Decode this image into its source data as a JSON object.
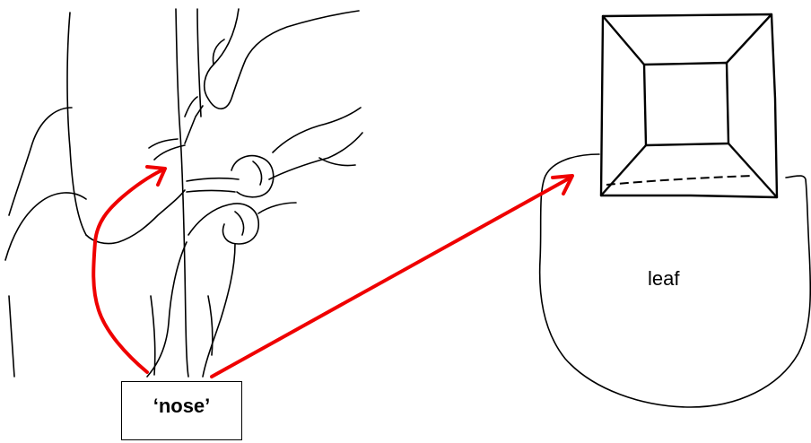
{
  "labels": {
    "nose": "‘nose’",
    "leaf": "leaf"
  },
  "colors": {
    "arrow": "#ef0000",
    "ink": "#000000"
  },
  "icons": {
    "hand_illustration": "hands-folding-leaf-illustration",
    "pyramid_illustration": "pyramid-fold-on-leaf-illustration"
  }
}
